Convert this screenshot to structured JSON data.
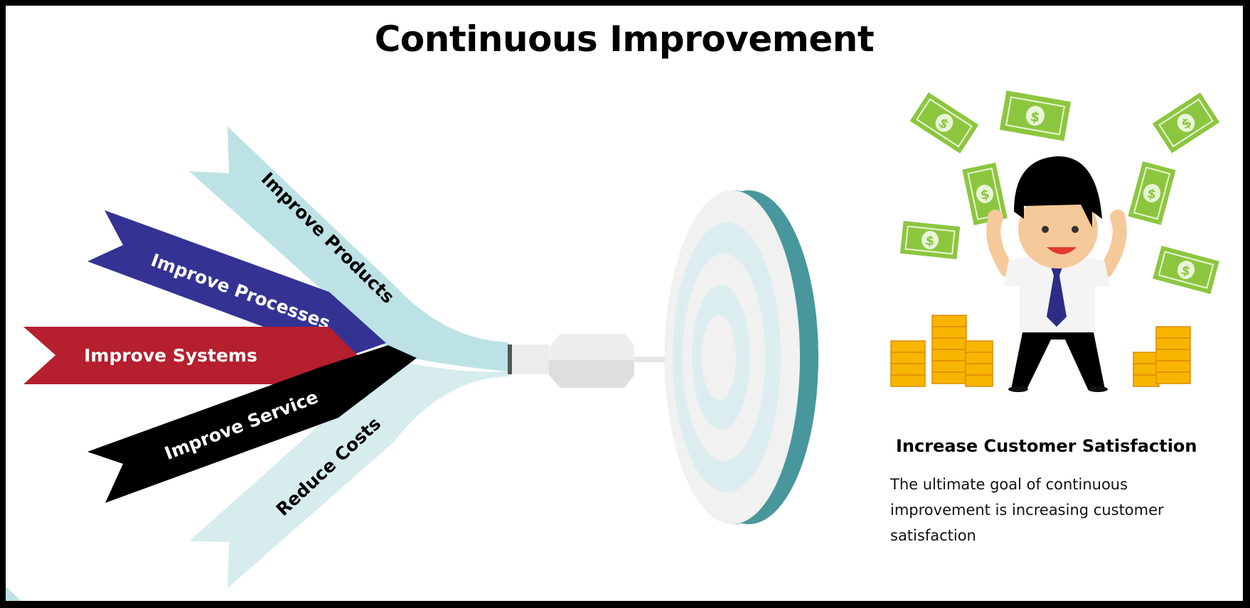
{
  "title": "Continuous Improvement",
  "ribbons": [
    {
      "label": "Improve Products",
      "color": "#bde2e6",
      "text_color": "#000000"
    },
    {
      "label": "Improve Processes",
      "color": "#343393",
      "text_color": "#ffffff"
    },
    {
      "label": "Improve Systems",
      "color": "#b51f2e",
      "text_color": "#ffffff"
    },
    {
      "label": "Improve Service",
      "color": "#000000",
      "text_color": "#ffffff"
    },
    {
      "label": "Reduce Costs",
      "color": "#d6eced",
      "text_color": "#000000"
    }
  ],
  "goal": {
    "heading": "Increase Customer Satisfaction",
    "description": "The ultimate goal of continuous improvement is increasing customer satisfaction"
  },
  "colors": {
    "target_edge": "#48979c",
    "target_face": "#f1f1f1",
    "target_ring": "#dcedef",
    "money_green": "#8cc63f",
    "coin_gold": "#f7b500"
  },
  "icons": [
    "dart-icon",
    "target-icon",
    "businessman-icon",
    "money-bill-icon",
    "coin-stack-icon"
  ]
}
